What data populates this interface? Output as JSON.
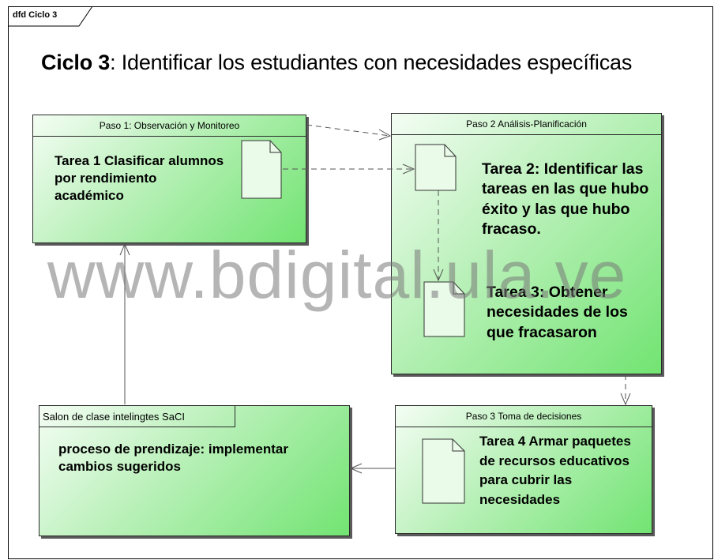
{
  "frame_label": "dfd Ciclo 3",
  "title": {
    "bold": "Ciclo 3",
    "rest": ": Identificar los estudiantes con necesidades específicas"
  },
  "watermark": "www.bdigital.ula.ve",
  "boxes": {
    "paso1": {
      "header": "Paso 1: Observación y Monitoreo",
      "task": "Tarea 1  Clasificar alumnos por rendimiento académico"
    },
    "paso2": {
      "header": "Paso 2 Análisis-Planificación",
      "task2": "Tarea 2: Identificar las tareas en las que hubo éxito y las que hubo fracaso.",
      "task3": "Tarea 3: Obtener necesidades de los que fracasaron"
    },
    "paso3": {
      "header": "Paso 3 Toma de decisiones",
      "task": "Tarea 4 Armar paquetes de recursos educativos para cubrir las necesidades"
    },
    "salon": {
      "header": "Salon de clase intelingtes SaCI",
      "task": "proceso de prendizaje: implementar cambios sugeridos"
    }
  },
  "colors": {
    "box_fill": "#9fec9f",
    "border": "#2b2b2b"
  }
}
